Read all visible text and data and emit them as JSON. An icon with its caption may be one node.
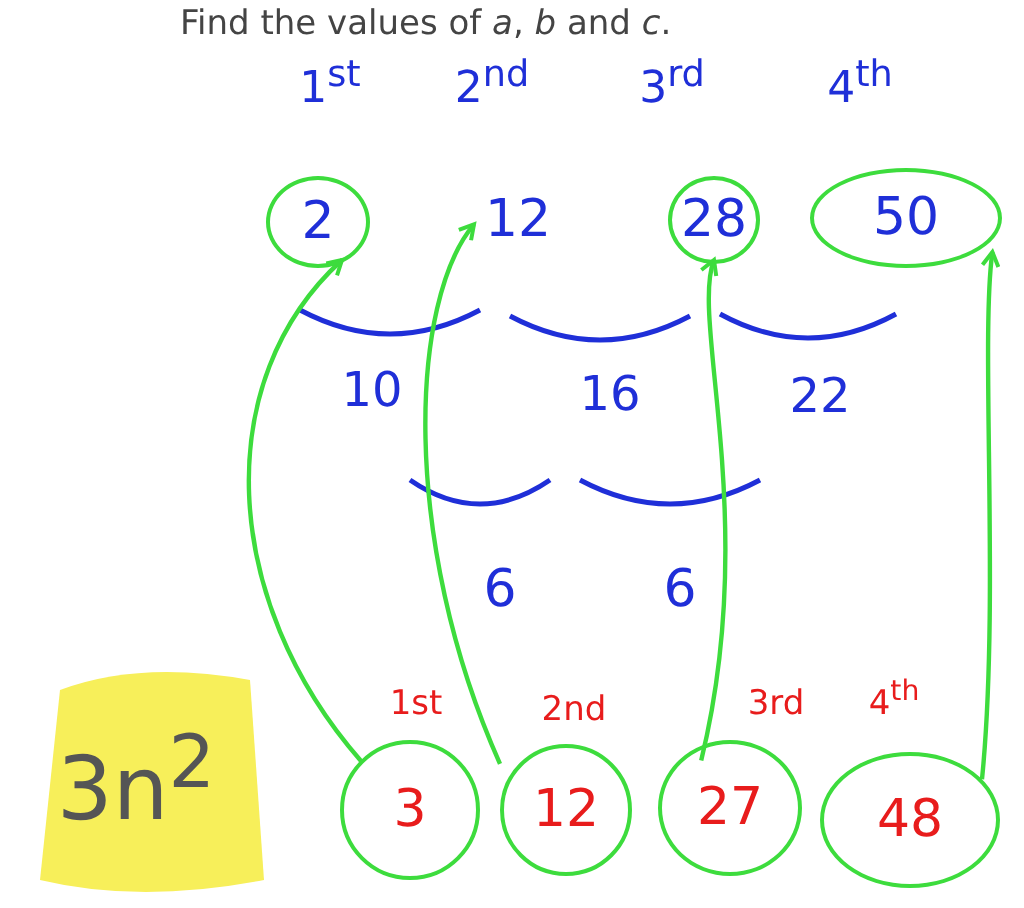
{
  "diagram": {
    "title": "Find the values of *a*, *b* and *c*.",
    "nodes": [
      {
        "text": [
          "2"
        ]
      },
      {
        "text": [
          "12"
        ]
      },
      {
        "text": [
          "28"
        ]
      },
      {
        "text": [
          "50"
        ]
      },
      {
        "text": [
          "3"
        ]
      },
      {
        "text": [
          "12"
        ]
      },
      {
        "text": [
          "27"
        ]
      },
      {
        "text": [
          "48"
        ]
      }
    ],
    "edges": [
      {
        "from": 4,
        "to": 0,
        "arrow": "to"
      },
      {
        "from": 5,
        "to": 1,
        "arrow": "to"
      },
      {
        "from": 6,
        "to": 2,
        "arrow": "to"
      },
      {
        "from": 7,
        "to": 3,
        "arrow": "to"
      }
    ],
    "labels": [
      "1$^{st}$",
      "2$^{nd}$",
      "3$^{rd}$",
      "4$^{th}$",
      "10",
      "16",
      "22",
      "6",
      "6",
      "1st",
      "2nd",
      "3rd",
      "4$^{th}$",
      "3n$^{2}$"
    ]
  }
}
